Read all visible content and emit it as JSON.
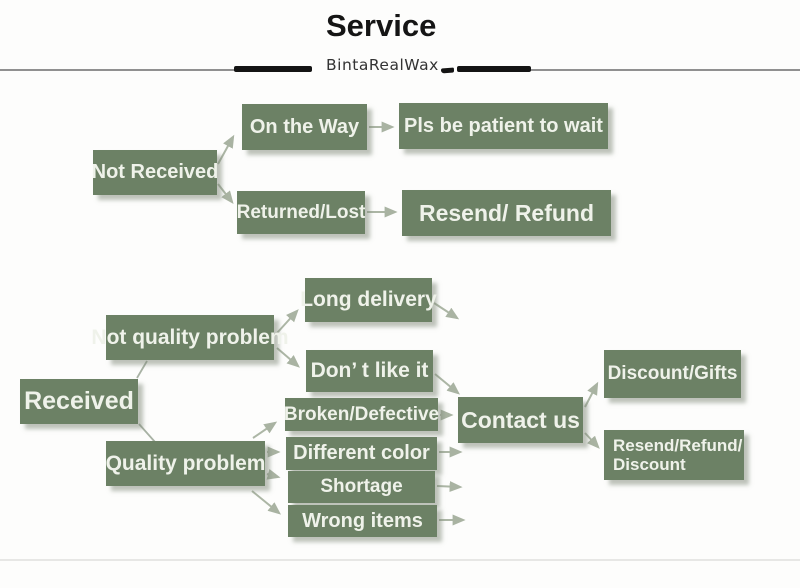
{
  "header": {
    "title": "Service",
    "brand": "BintaRealWax"
  },
  "colors": {
    "box": "#6c8165",
    "box-text": "#eff2ea",
    "arrow": "#a9b3a2",
    "title": "#151515",
    "brand-ink": "#333333",
    "divider-thin": "#909090",
    "divider-thick": "#141414",
    "bg": "#fdfdfc",
    "frame-line": "#e7e7e5"
  },
  "diagram": {
    "nodes": {
      "not_received": "Not Received",
      "on_the_way": "On the Way",
      "pls_be_patient": "Pls be patient to wait",
      "returned_lost": "Returned/Lost",
      "resend_refund": "Resend/ Refund",
      "received": "Received",
      "not_quality_problem": "Not quality problem",
      "long_delivery": "Long delivery",
      "dont_like_it": "Don’ t like it",
      "quality_problem": "Quality problem",
      "broken_defective": "Broken/Defective",
      "different_color": "Different color",
      "shortage": "Shortage",
      "wrong_items": "Wrong items",
      "contact_us": "Contact us",
      "discount_gifts": "Discount/Gifts",
      "resend_refund_discount": "Resend/Refund/ Discount"
    },
    "edges": [
      {
        "from": "not_received",
        "to": "on_the_way"
      },
      {
        "from": "not_received",
        "to": "returned_lost"
      },
      {
        "from": "on_the_way",
        "to": "pls_be_patient"
      },
      {
        "from": "returned_lost",
        "to": "resend_refund"
      },
      {
        "from": "received",
        "to": "not_quality_problem"
      },
      {
        "from": "received",
        "to": "quality_problem"
      },
      {
        "from": "not_quality_problem",
        "to": "long_delivery"
      },
      {
        "from": "not_quality_problem",
        "to": "dont_like_it"
      },
      {
        "from": "long_delivery",
        "to": "contact_us"
      },
      {
        "from": "dont_like_it",
        "to": "contact_us"
      },
      {
        "from": "quality_problem",
        "to": "broken_defective"
      },
      {
        "from": "quality_problem",
        "to": "different_color"
      },
      {
        "from": "quality_problem",
        "to": "shortage"
      },
      {
        "from": "quality_problem",
        "to": "wrong_items"
      },
      {
        "from": "broken_defective",
        "to": "contact_us"
      },
      {
        "from": "different_color",
        "to": "contact_us"
      },
      {
        "from": "shortage",
        "to": "contact_us"
      },
      {
        "from": "wrong_items",
        "to": "contact_us"
      },
      {
        "from": "contact_us",
        "to": "discount_gifts"
      },
      {
        "from": "contact_us",
        "to": "resend_refund_discount"
      }
    ]
  }
}
